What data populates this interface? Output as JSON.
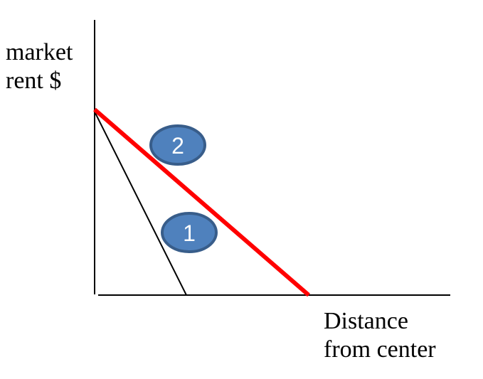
{
  "axis": {
    "y_label_line1": "market",
    "y_label_line2": "rent $",
    "x_label_line1": "Distance",
    "x_label_line2": "from center"
  },
  "curves": [
    {
      "id": "steep",
      "color": "#000000"
    },
    {
      "id": "shallow",
      "color": "#ff0000"
    }
  ],
  "badges": [
    {
      "id": "badge-2",
      "label": "2",
      "fill": "#4f81bd",
      "stroke": "#385d8a"
    },
    {
      "id": "badge-1",
      "label": "1",
      "fill": "#4f81bd",
      "stroke": "#385d8a"
    }
  ]
}
